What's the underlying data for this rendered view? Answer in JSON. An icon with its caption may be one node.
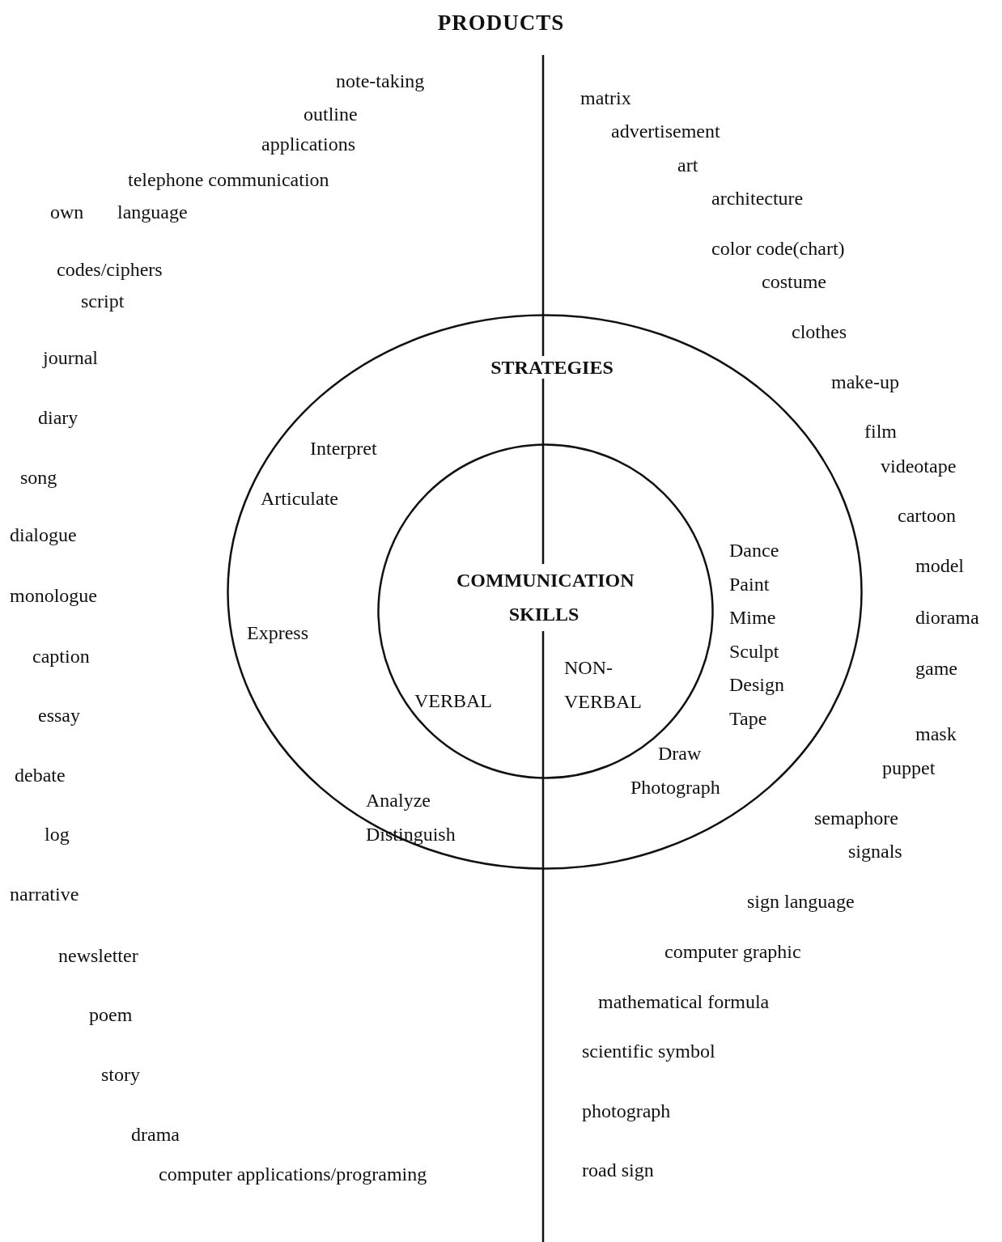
{
  "diagram": {
    "title": "PRODUCTS",
    "nodes": [
      {
        "text": [
          "STRATEGIES",
          "Interpret",
          "Articulate",
          "Express",
          "Analyze Distinguish",
          "Dance Paint Mime Sculpt Design Tape",
          "Draw",
          "Photograph"
        ]
      },
      {
        "text": [
          "COMMUNICATION SKILLS",
          "VERBAL",
          "NON- VERBAL"
        ],
        "in": 0
      }
    ],
    "edges": [],
    "labels": [
      "note-taking",
      "matrix",
      "outline",
      "advertisement",
      "applications",
      "art",
      "telephone communication",
      "architecture",
      "own",
      "language",
      "color code(chart)",
      "codes/ciphers",
      "costume",
      "script",
      "clothes",
      "journal",
      "make-up",
      "diary",
      "film",
      "song",
      "videotape",
      "cartoon",
      "dialogue",
      "model",
      "monologue",
      "diorama",
      "caption",
      "game",
      "essay",
      "mask",
      "debate",
      "puppet",
      "semaphore",
      "log",
      "signals",
      "narrative",
      "sign language",
      "newsletter",
      "computer graphic",
      "mathematical formula",
      "poem",
      "scientific symbol",
      "story",
      "photograph",
      "drama",
      "road sign",
      "computer applications/programing"
    ]
  }
}
